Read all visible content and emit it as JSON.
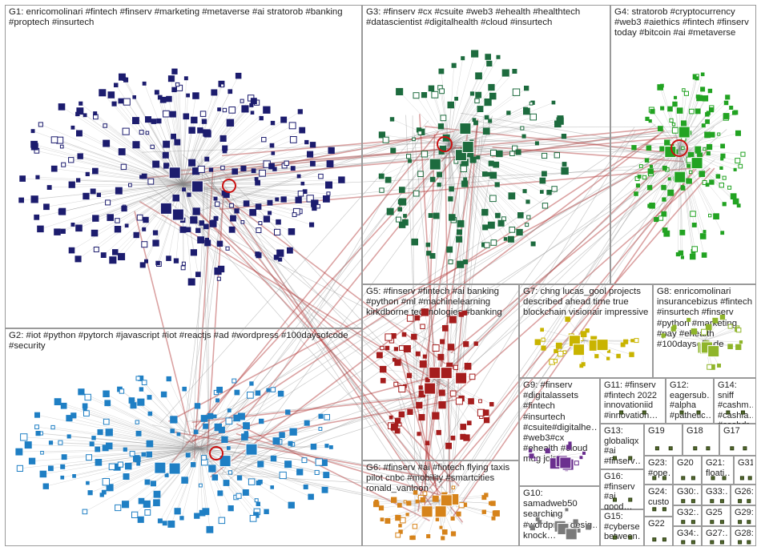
{
  "graph": {
    "groups": [
      {
        "id": "G1",
        "label": "G1: enricomolinari #fintech #finserv #marketing #metaverse #ai stratorob #banking #proptech #insurtech",
        "color": "#1c1c6e"
      },
      {
        "id": "G2",
        "label": "G2: #iot #python #pytorch #javascript #iot #reactjs #ad #wordpress #100daysofcode #security",
        "color": "#1f7fc4"
      },
      {
        "id": "G3",
        "label": "G3: #finserv #cx #csuite #web3 #ehealth #healthtech #datascientist #digitalhealth #cloud #insurtech",
        "color": "#1d6b3e"
      },
      {
        "id": "G4",
        "label": "G4: stratorob #cryptocurrency #web3 #aiethics #fintech #finserv today #bitcoin #ai #metaverse",
        "color": "#22a322"
      },
      {
        "id": "G5",
        "label": "G5: #finserv #fintech #ai banking #python #ml #machinelearning kirkdborne technologies #banking",
        "color": "#a51d1d"
      },
      {
        "id": "G6",
        "label": "G6: #finserv #ai #fintech flying taxis pilot cnbc #mobility #smartcities ronald_vanloon",
        "color": "#d6831a"
      },
      {
        "id": "G7",
        "label": "G7: chng lucas_gool projects described ahead time true blockchain visionair impressive",
        "color": "#c9b400"
      },
      {
        "id": "G8",
        "label": "G8: enricomolinari insurancebizus #fintech #insurtech #finserv #python #marketing #pay #ehealth #100daysofcode",
        "color": "#8fb52a"
      },
      {
        "id": "G9",
        "label": "G9: #finserv #digitalassets #fintech #insurtech #csuite#digitalhe… #web3#cx #ehealth #cloud mug join",
        "color": "#6b2f8f"
      },
      {
        "id": "G10",
        "label": "G10: samadweb50 searching #wordpressdesig… knock…",
        "color": "#7a7a7a"
      },
      {
        "id": "G11",
        "label": "G11: #finserv #fintech 2022 innovationiid #innovation…",
        "color": "#444444"
      },
      {
        "id": "G12",
        "label": "G12: eagersub… #alpha #pathetic…",
        "color": "#444444"
      },
      {
        "id": "G13",
        "label": "G13: globaliqx #ai #finserv…",
        "color": "#444444"
      },
      {
        "id": "G14",
        "label": "G14: sniff #cashm… #cashfa… #cashdr…",
        "color": "#444444"
      },
      {
        "id": "G15",
        "label": "G15: #cyberse… between…",
        "color": "#444444"
      },
      {
        "id": "G16",
        "label": "G16: #finserv #ai good…",
        "color": "#444444"
      },
      {
        "id": "G17",
        "label": "G17",
        "color": "#444444"
      },
      {
        "id": "G18",
        "label": "G18",
        "color": "#444444"
      },
      {
        "id": "G19",
        "label": "G19",
        "color": "#444444"
      },
      {
        "id": "G20",
        "label": "G20",
        "color": "#444444"
      },
      {
        "id": "G21",
        "label": "G21: floati…",
        "color": "#444444"
      },
      {
        "id": "G22",
        "label": "G22",
        "color": "#444444"
      },
      {
        "id": "G23",
        "label": "G23: #ope…",
        "color": "#444444"
      },
      {
        "id": "G24",
        "label": "G24: custo…",
        "color": "#444444"
      },
      {
        "id": "G25",
        "label": "G25",
        "color": "#444444"
      },
      {
        "id": "G26",
        "label": "G26:…",
        "color": "#444444"
      },
      {
        "id": "G27",
        "label": "G27:…",
        "color": "#444444"
      },
      {
        "id": "G28",
        "label": "G28:…",
        "color": "#444444"
      },
      {
        "id": "G29",
        "label": "G29:…",
        "color": "#444444"
      },
      {
        "id": "G30",
        "label": "G30:…",
        "color": "#444444"
      },
      {
        "id": "G31",
        "label": "G31",
        "color": "#444444"
      },
      {
        "id": "G32",
        "label": "G32:…",
        "color": "#444444"
      },
      {
        "id": "G33",
        "label": "G33:…",
        "color": "#444444"
      },
      {
        "id": "G34",
        "label": "G34:…",
        "color": "#444444"
      }
    ],
    "colors": {
      "edge": "#8a8a8a",
      "edge_hub": "#b03030",
      "hub_ring": "#cc1111",
      "panel_border": "#9a9a9a"
    }
  }
}
